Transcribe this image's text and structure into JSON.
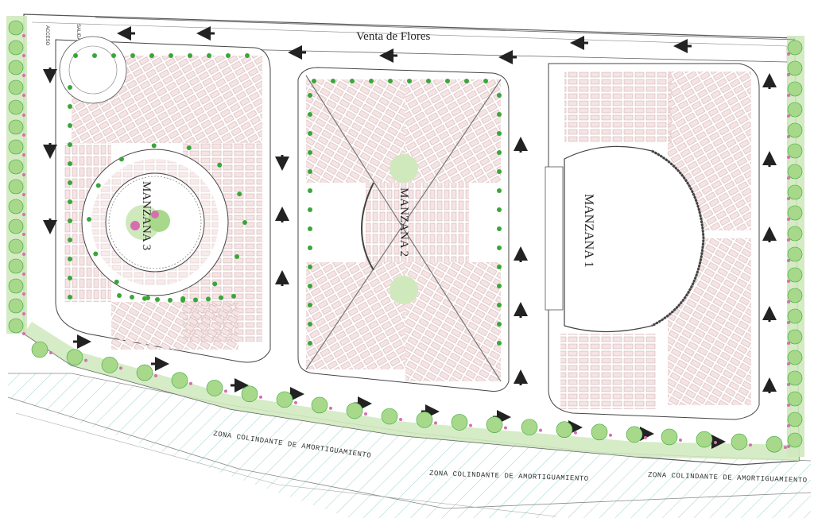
{
  "map": {
    "street_label": "Venta de Flores",
    "entrance_label": "ACCESO",
    "exit_label": "SALIDA",
    "blocks": [
      {
        "id": "manzana-3",
        "label": "MANZANA 3"
      },
      {
        "id": "manzana-2",
        "label": "MANZANA 2"
      },
      {
        "id": "manzana-1",
        "label": "MANZANA 1"
      }
    ],
    "buffer_zone_labels": [
      "ZONA COLINDANTE DE AMORTIGUAMIENTO",
      "ZONA COLINDANTE DE AMORTIGUAMIENTO",
      "ZONA COLINDANTE DE AMORTIGUAMIENTO"
    ],
    "colors": {
      "plot_fill": "#f6e3e3",
      "plot_stroke": "#c9a9a9",
      "tree_green": "#3aa63a",
      "hedge_green": "#a8d98a",
      "hatch": "#9fd3cf",
      "line": "#555555",
      "arrow": "#222222",
      "flower_pink": "#d66fb0"
    },
    "icons": [
      "traffic-arrow-icon",
      "tree-icon",
      "car-icon",
      "bench-icon"
    ]
  }
}
